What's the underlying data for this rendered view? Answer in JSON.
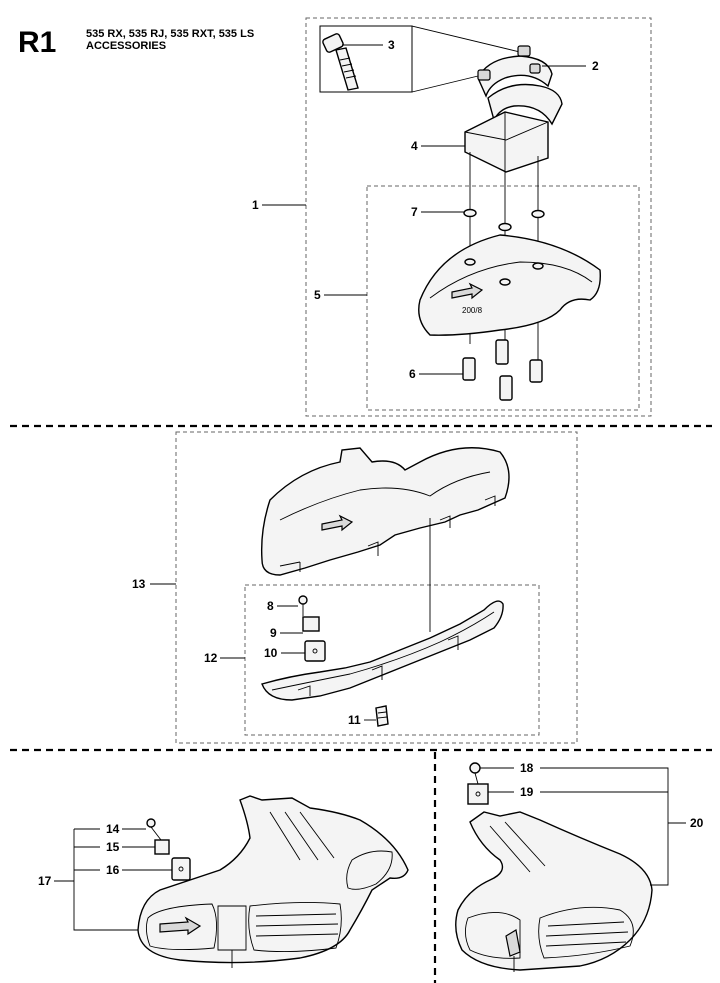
{
  "header": {
    "code": "R1",
    "models": "535 RX, 535 RJ, 535 RXT, 535 LS",
    "title": "ACCESSORIES"
  },
  "decal_text": "200/8",
  "callouts": [
    "1",
    "2",
    "3",
    "4",
    "5",
    "6",
    "7",
    "8",
    "9",
    "10",
    "11",
    "12",
    "13",
    "14",
    "15",
    "16",
    "17",
    "18",
    "19",
    "20"
  ]
}
